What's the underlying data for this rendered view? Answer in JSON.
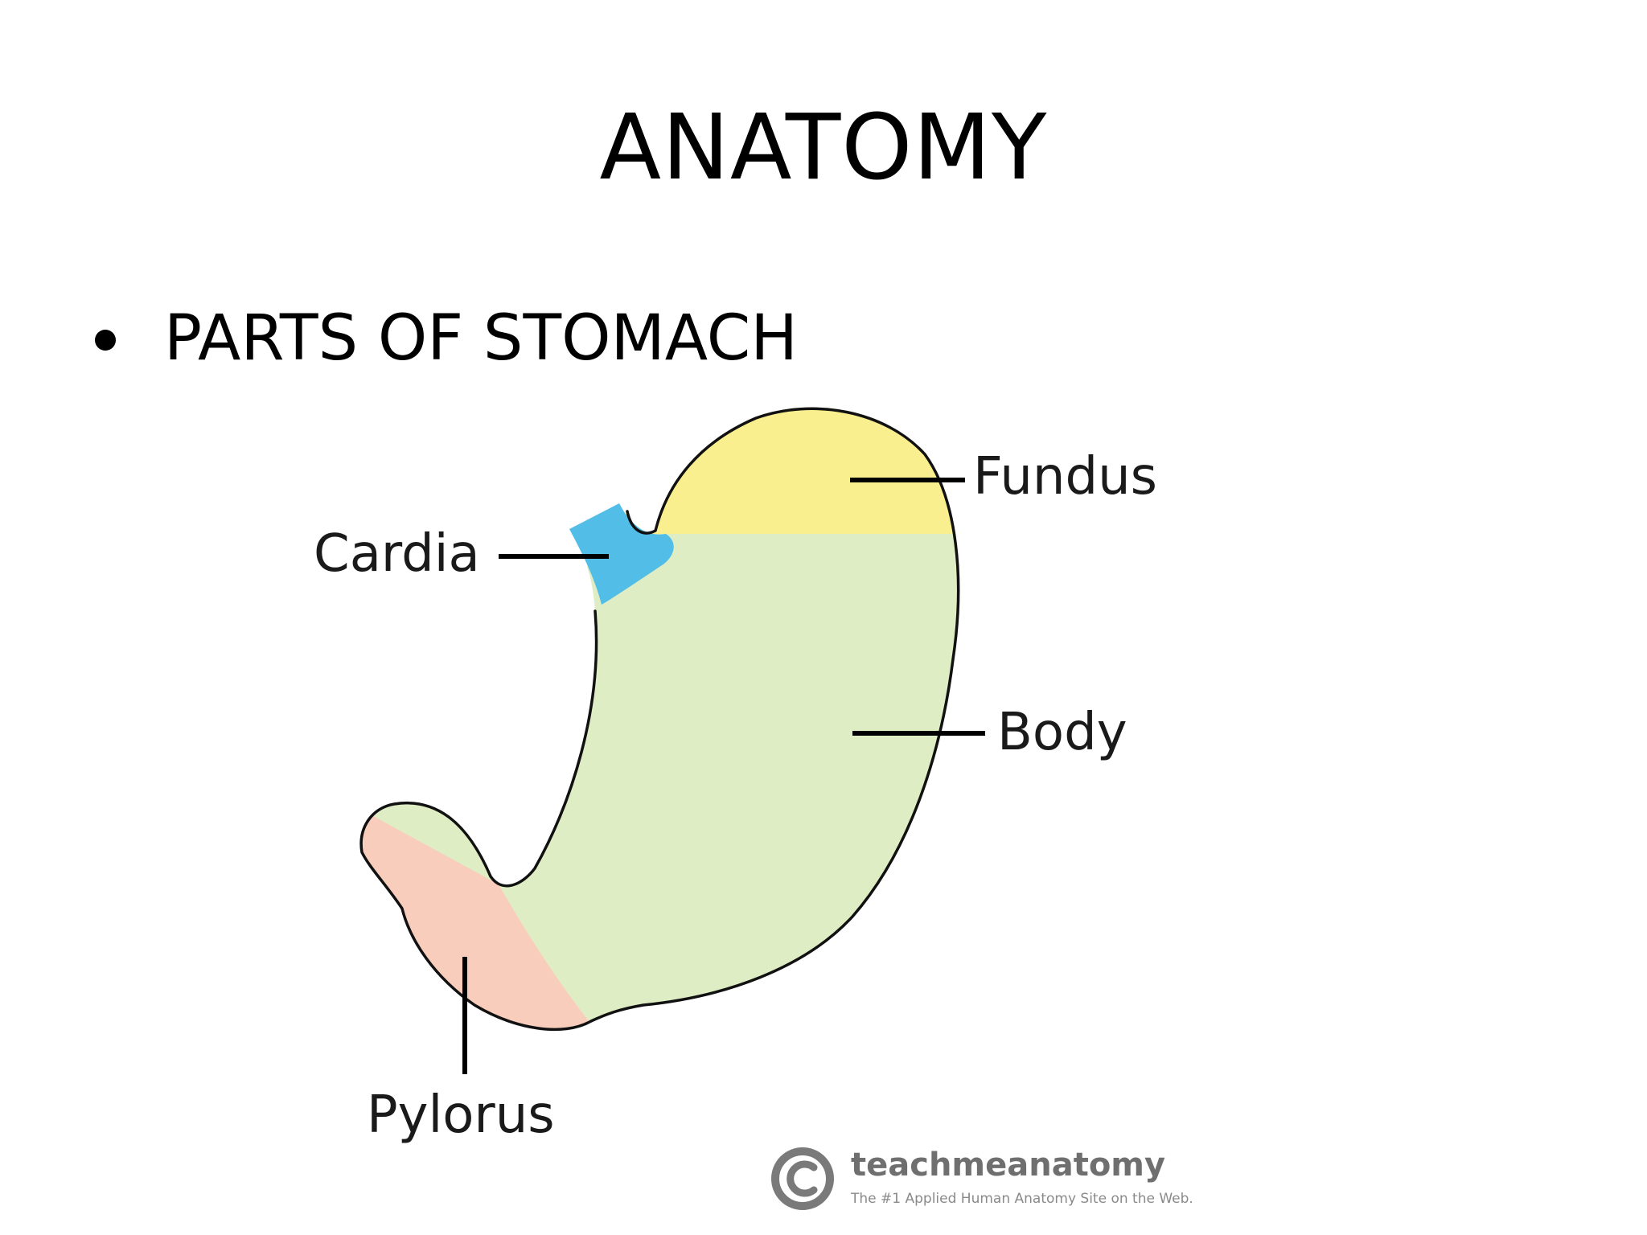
{
  "slide": {
    "title": "ANATOMY",
    "bullet": "PARTS OF STOMACH"
  },
  "diagram": {
    "labels": {
      "fundus": "Fundus",
      "cardia": "Cardia",
      "body": "Body",
      "pylorus": "Pylorus"
    },
    "colors": {
      "fundus": "#f9ef8e",
      "cardia": "#52bde6",
      "body": "#dfedc4",
      "pylorus": "#f8cdbb",
      "outline": "#111111"
    },
    "credit": {
      "brand": "teachmeanatomy",
      "tagline": "The #1 Applied Human Anatomy Site on the Web."
    },
    "icons": [
      "copyright-icon"
    ]
  }
}
